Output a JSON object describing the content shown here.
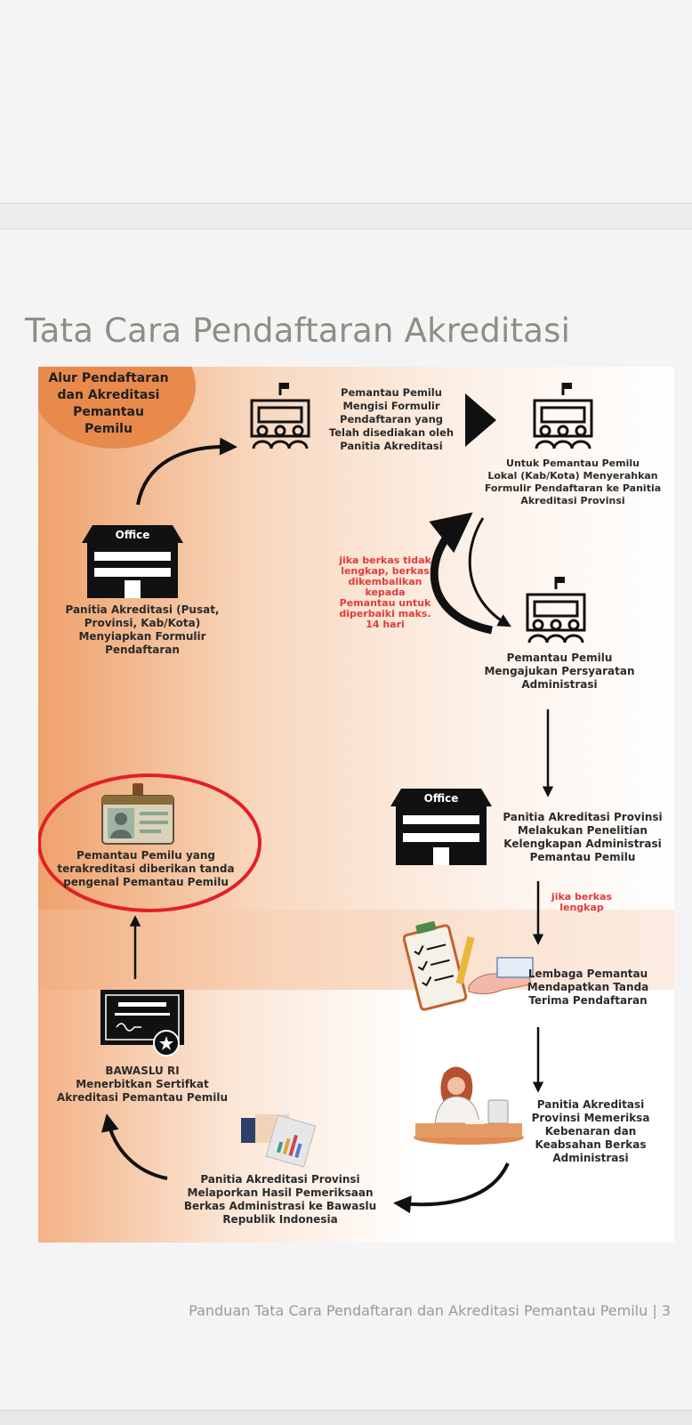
{
  "page": {
    "title": "Tata Cara Pendaftaran Akreditasi",
    "footer": "Panduan Tata Cara Pendaftaran dan Akreditasi Pemantau Pemilu  | 3"
  },
  "infographic": {
    "badge_title": "Alur Pendaftaran\ndan Akreditasi\nPemantau\nPemilu",
    "office_sign": "Office",
    "steps": {
      "s1": "Panitia Akreditasi (Pusat,\nProvinsi, Kab/Kota)\nMenyiapkan Formulir\nPendaftaran",
      "s2": "Pemantau Pemilu\nMengisi Formulir\nPendaftaran yang\nTelah disediakan oleh\nPanitia Akreditasi",
      "s3": "Untuk Pemantau Pemilu\nLokal (Kab/Kota) Menyerahkan\nFormulir Pendaftaran ke Panitia\nAkreditasi Provinsi",
      "s4": "Pemantau Pemilu\nMengajukan Persyaratan\nAdministrasi",
      "s5": "Panitia Akreditasi Provinsi\nMelakukan Penelitian\nKelengkapan Administrasi\nPemantau Pemilu",
      "s6": "Lembaga Pemantau\nMendapatkan Tanda\nTerima Pendaftaran",
      "s7": "Panitia Akreditasi\nProvinsi Memeriksa\nKebenaran dan\nKeabsahan Berkas\nAdministrasi",
      "s8": "Panitia Akreditasi Provinsi\nMelaporkan Hasil Pemeriksaan\nBerkas Administrasi ke Bawaslu\nRepublik Indonesia",
      "s9": "BAWASLU RI\nMenerbitkan Sertifkat\nAkreditasi Pemantau Pemilu",
      "s10": "Pemantau Pemilu yang\nterakreditasi diberikan tanda\npengenal Pemantau Pemilu"
    },
    "notes": {
      "incomplete": "jika berkas tidak\nlengkap, berkas\ndikembalikan\nkepada\nPemantau untuk\ndiperbaiki maks.\n14 hari",
      "complete": "jika berkas\nlengkap"
    }
  }
}
